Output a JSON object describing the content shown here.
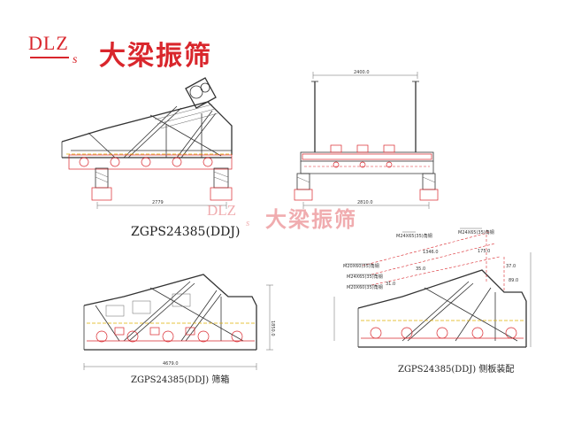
{
  "logo": {
    "letters": "DLZ",
    "sub": "s",
    "company": "大梁振筛"
  },
  "watermark": {
    "letters": "DLZ",
    "sub": "s",
    "company": "大梁振筛"
  },
  "captions": {
    "main": "ZGPS24385(DDJ)",
    "box": "ZGPS24385(DDJ)    筛箱",
    "side": "ZGPS24385(DDJ)    侧板装配"
  },
  "dimensions": {
    "side_width": "2779",
    "front_top": "2400.0",
    "front_bottom": "2810.0",
    "box_length": "4679.0",
    "box_height": "1850.0",
    "note1": "M24X65(35)角钢",
    "note2": "M24X65(35)角钢",
    "note3": "M20X60(35)角钢",
    "note4": "M20X60(35)角钢",
    "note5": "M24X65(35)角钢",
    "d1": "1346.0",
    "d2": "31.0",
    "d3": "35.0",
    "d4": "37.0",
    "d5": "89.0",
    "d6": "175.0"
  }
}
